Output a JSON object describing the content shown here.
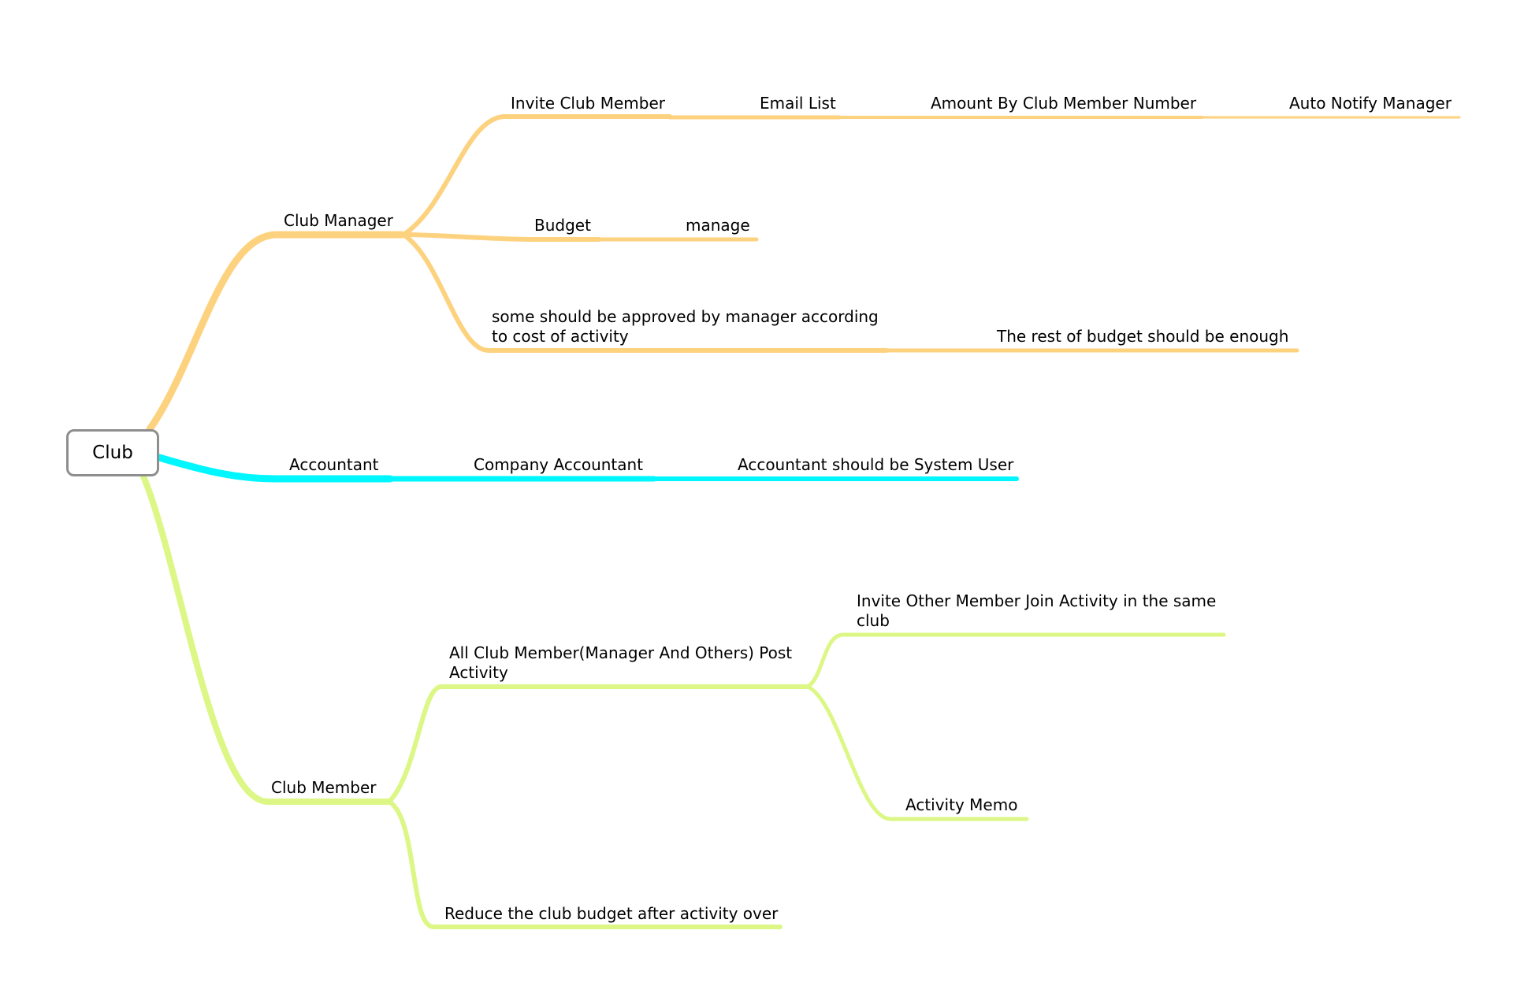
{
  "mindmap": {
    "root": {
      "label": "Club"
    },
    "colors": {
      "club_manager": "#fdd27f",
      "accountant": "#00f7ff",
      "club_member": "#dcf786",
      "root_border": "#8e8e8e"
    },
    "nodes": {
      "club_manager": "Club Manager",
      "invite_club_member": "Invite Club Member",
      "email_list": "Email List",
      "amount_by_member_number": "Amount By Club Member Number",
      "auto_notify_manager": "Auto Notify Manager",
      "budget": "Budget",
      "manage": "manage",
      "approval_line_1": "some should be approved by manager according",
      "approval_line_2": "to cost of activity",
      "rest_of_budget": "The rest of budget should be enough",
      "accountant": "Accountant",
      "company_accountant": "Company Accountant",
      "accountant_system_user": "Accountant should be System User",
      "club_member": "Club Member",
      "post_activity_line_1": "All Club Member(Manager And Others) Post",
      "post_activity_line_2": "Activity",
      "invite_other_line_1": "Invite Other Member Join Activity in the same",
      "invite_other_line_2": "club",
      "activity_memo": "Activity Memo",
      "reduce_budget": "Reduce the club budget after activity over"
    }
  }
}
